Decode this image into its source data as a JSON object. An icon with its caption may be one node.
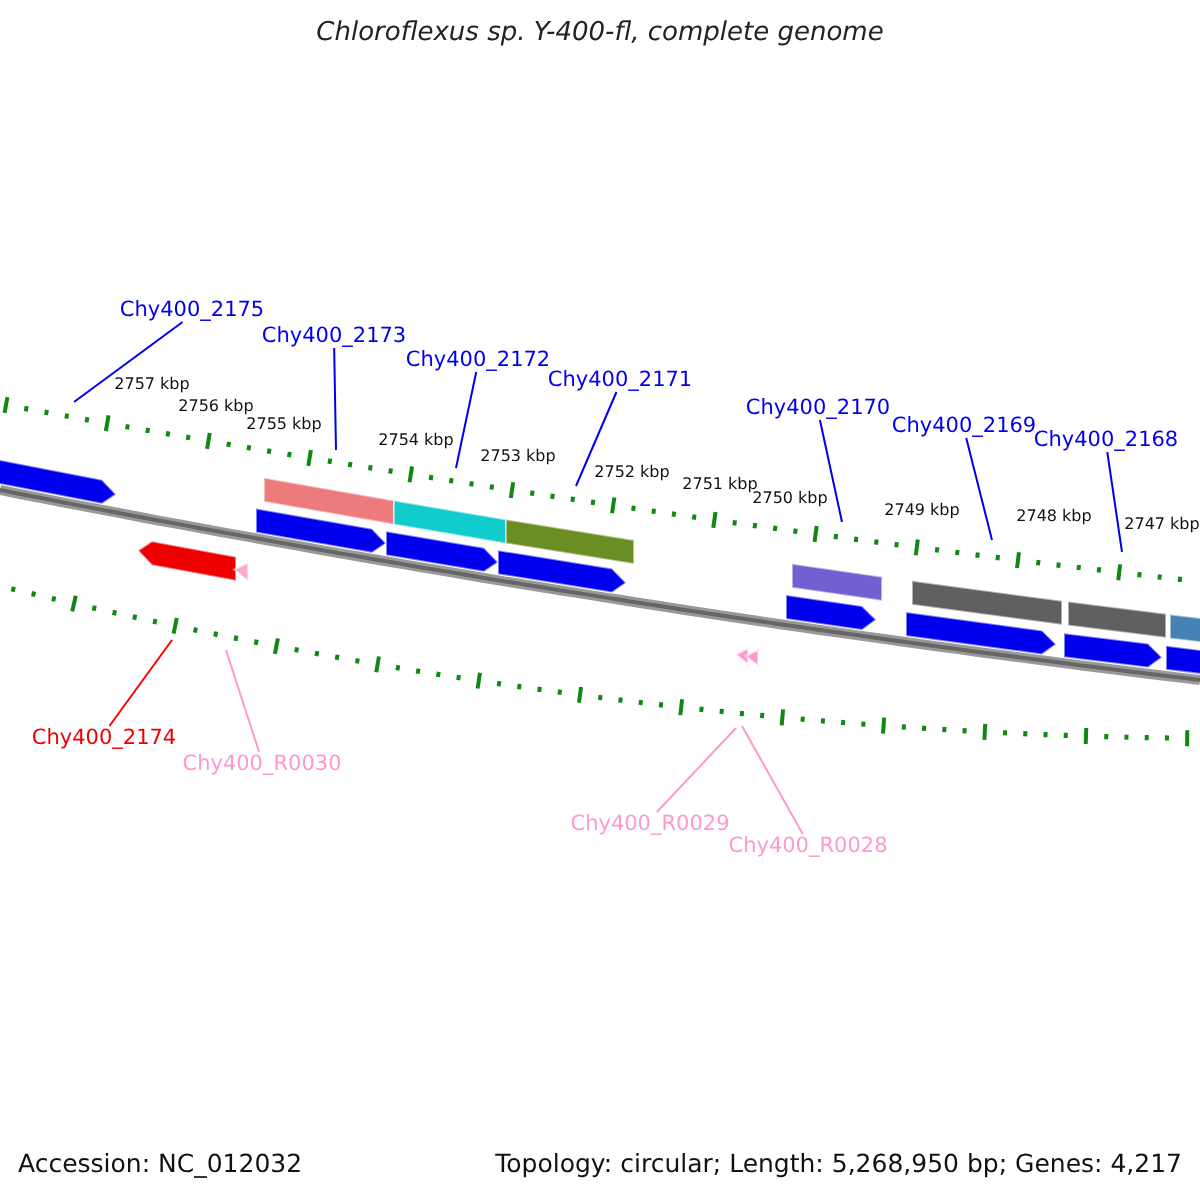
{
  "diagram": {
    "title": "Chloroflexus sp. Y-400-fl, complete genome",
    "nodes": [
      {
        "text": [
          "Chy400_2175"
        ]
      },
      {
        "text": [
          "Chy400_2173"
        ]
      },
      {
        "text": [
          "Chy400_2172"
        ]
      },
      {
        "text": [
          "Chy400_2171"
        ]
      },
      {
        "text": [
          "Chy400_2170"
        ]
      },
      {
        "text": [
          "Chy400_2169"
        ]
      },
      {
        "text": [
          "Chy400_2168"
        ]
      },
      {
        "text": [
          "Chy400_2174"
        ]
      },
      {
        "text": [
          "Chy400_R0030"
        ]
      },
      {
        "text": [
          "Chy400_R0029"
        ]
      },
      {
        "text": [
          "Chy400_R0028"
        ]
      }
    ],
    "edges": [
      {
        "from": 0,
        "to": null,
        "arrow": "none"
      },
      {
        "from": 1,
        "to": null,
        "arrow": "none"
      },
      {
        "from": 2,
        "to": null,
        "arrow": "none"
      },
      {
        "from": 3,
        "to": null,
        "arrow": "none"
      },
      {
        "from": 4,
        "to": null,
        "arrow": "none"
      },
      {
        "from": 5,
        "to": null,
        "arrow": "none"
      },
      {
        "from": 6,
        "to": null,
        "arrow": "none"
      },
      {
        "from": 7,
        "to": null,
        "arrow": "none",
        "color": "#ff0000"
      },
      {
        "from": 8,
        "to": null,
        "arrow": "none",
        "color": "#ff99cc"
      },
      {
        "from": 9,
        "to": null,
        "arrow": "none",
        "color": "#ff99cc"
      },
      {
        "from": 10,
        "to": null,
        "arrow": "none",
        "color": "#ff99cc"
      }
    ],
    "labels": [
      "2757 kbp",
      "2756 kbp",
      "2755 kbp",
      "2754 kbp",
      "2753 kbp",
      "2752 kbp",
      "2751 kbp",
      "2750 kbp",
      "2749 kbp",
      "2748 kbp",
      "2747 kbp",
      "Accession: NC_012032",
      "Topology: circular; Length: 5,268,950 bp; Genes: 4,217"
    ]
  }
}
